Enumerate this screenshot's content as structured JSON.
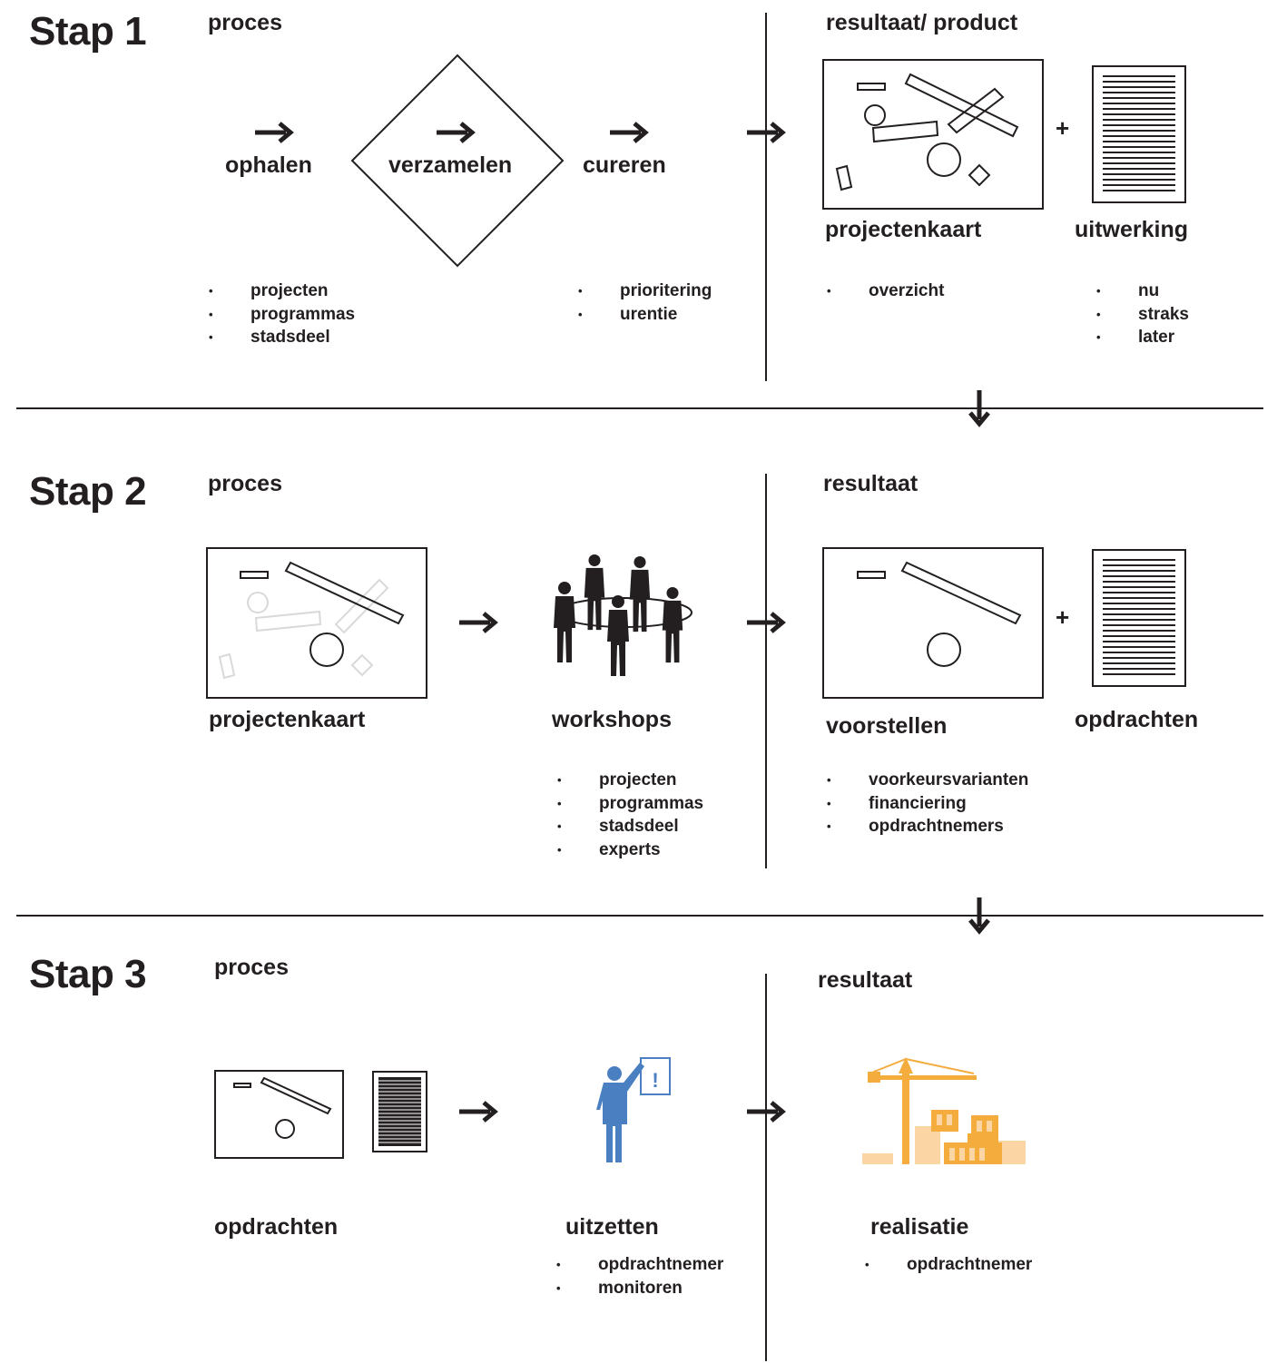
{
  "colors": {
    "ink": "#231f20",
    "figure_blue": "#4a7fc1",
    "construction_orange": "#f4ac3d"
  },
  "steps": [
    {
      "title": "Stap 1",
      "process_heading": "proces",
      "result_heading": "resultaat/ product",
      "process_items": [
        {
          "label": "ophalen",
          "bullets": [
            "projecten",
            "programmas",
            "stadsdeel"
          ]
        },
        {
          "label": "verzamelen"
        },
        {
          "label": "cureren",
          "bullets": [
            "prioritering",
            "urentie"
          ]
        }
      ],
      "result_items": [
        {
          "label": "projectenkaart",
          "bullets": [
            "overzicht"
          ]
        },
        {
          "label": "uitwerking",
          "bullets": [
            "nu",
            "straks",
            "later"
          ]
        }
      ]
    },
    {
      "title": "Stap 2",
      "process_heading": "proces",
      "result_heading": "resultaat",
      "process_items": [
        {
          "label": "projectenkaart"
        },
        {
          "label": "workshops",
          "bullets": [
            "projecten",
            "programmas",
            "stadsdeel",
            "experts"
          ]
        }
      ],
      "result_items": [
        {
          "label": "voorstellen",
          "bullets": [
            "voorkeursvarianten",
            "financiering",
            "opdrachtnemers"
          ]
        },
        {
          "label": "opdrachten"
        }
      ]
    },
    {
      "title": "Stap 3",
      "process_heading": "proces",
      "result_heading": "resultaat",
      "process_items": [
        {
          "label": "opdrachten"
        },
        {
          "label": "uitzetten",
          "bullets": [
            "opdrachtnemer",
            "monitoren"
          ]
        }
      ],
      "result_items": [
        {
          "label": "realisatie",
          "bullets": [
            "opdrachtnemer"
          ]
        }
      ]
    }
  ],
  "plus_sign": "+",
  "alert_mark": "!",
  "icons": [
    "arrow-right-icon",
    "arrow-down-icon",
    "map-icon",
    "document-icon",
    "people-meeting-icon",
    "person-sign-icon",
    "construction-icon"
  ]
}
